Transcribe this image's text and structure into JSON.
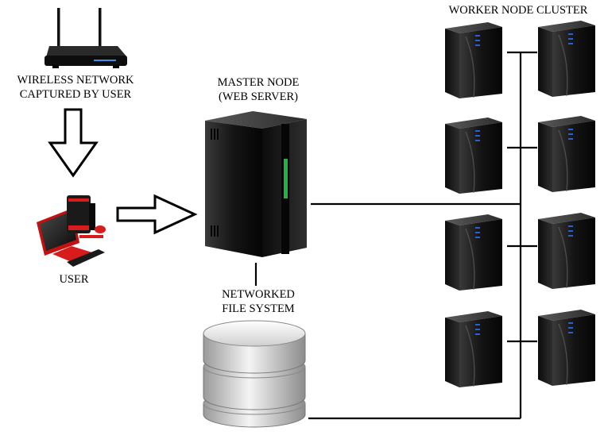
{
  "labels": {
    "wireless_network": [
      "WIRELESS NETWORK",
      "CAPTURED BY USER"
    ],
    "user": "USER",
    "master_node": [
      "MASTER NODE",
      "(WEB SERVER)"
    ],
    "file_system": [
      "NETWORKED",
      "FILE SYSTEM"
    ],
    "worker_cluster": "WORKER NODE CLUSTER"
  },
  "worker_nodes": [
    "node",
    "node",
    "node",
    "node",
    "node",
    "node",
    "node",
    "node"
  ],
  "icons": {
    "router": "wireless-router-icon",
    "user": "desktop-computer-icon",
    "master": "server-tower-icon",
    "storage": "database-icon",
    "worker": "server-icon"
  },
  "colors": {
    "line": "#000000",
    "server_body": "#1b1b1b",
    "server_led": "#2a5fd8",
    "master_led": "#22c84a",
    "user_accent": "#d81b1b",
    "disk": "#d8d8d8"
  }
}
